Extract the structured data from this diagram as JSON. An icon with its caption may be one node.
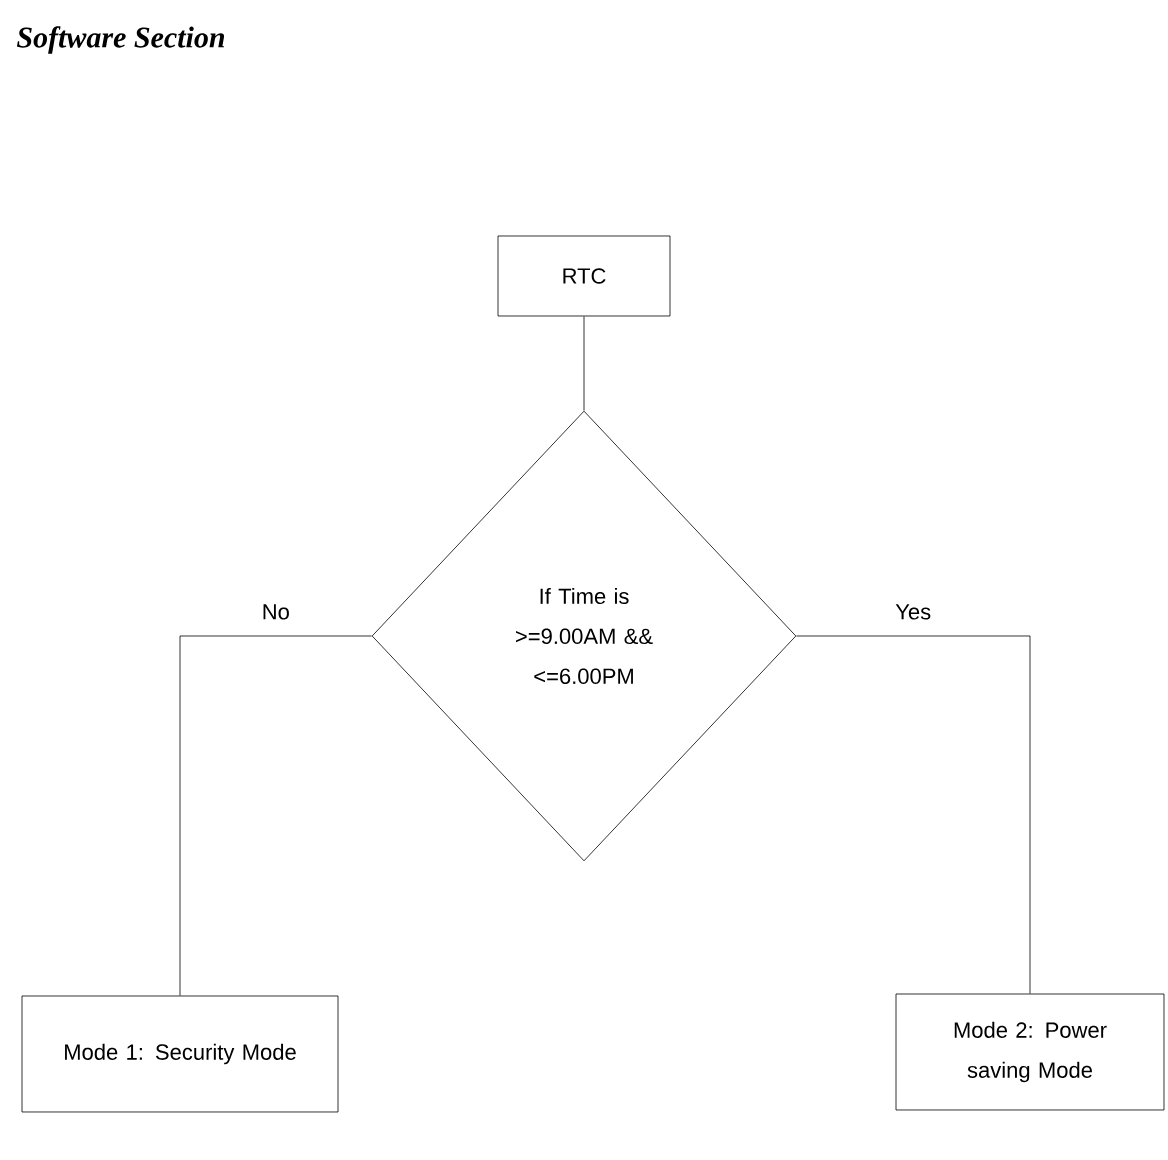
{
  "diagram": {
    "title": "Software Section",
    "nodes": [
      {
        "text": [
          "RTC"
        ]
      },
      {
        "text": [
          "If Time is >=9.00AM && <=6.00PM"
        ]
      },
      {
        "text": [
          "Mode 1: Security Mode"
        ]
      },
      {
        "text": [
          "Mode 2: Power saving Mode"
        ]
      }
    ],
    "edges": [
      {
        "from": 0,
        "to": 1,
        "arrow": "none"
      },
      {
        "from": 1,
        "to": 2,
        "arrow": "none",
        "label": "No"
      },
      {
        "from": 1,
        "to": 3,
        "arrow": "none",
        "label": "Yes"
      }
    ]
  }
}
